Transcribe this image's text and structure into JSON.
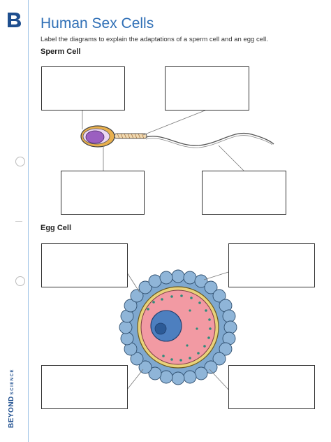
{
  "header": {
    "title": "Human Sex Cells",
    "instructions": "Label the diagrams to explain the adaptations of a sperm cell and an egg cell."
  },
  "sections": {
    "sperm": "Sperm Cell",
    "egg": "Egg Cell"
  },
  "branding": {
    "word1": "BEYOND",
    "word2": "SCIENCE"
  },
  "colors": {
    "title": "#2f6fb6",
    "margin_line": "#9fc3e6",
    "logo": "#1f4f8f",
    "sperm_nucleus": "#9b5fc0",
    "egg_cytoplasm": "#f29aa3",
    "egg_nucleus": "#4d7fbf",
    "follicle_cells": "#7fa8cf",
    "zona": "#e9d27a"
  }
}
